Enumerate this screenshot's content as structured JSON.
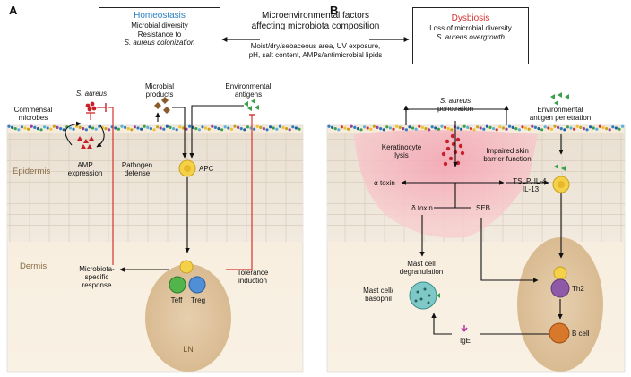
{
  "panels": {
    "a": {
      "letter": "A"
    },
    "b": {
      "letter": "B"
    }
  },
  "center": {
    "title_line1": "Microenvironmental factors",
    "title_line2": "affecting microbiota composition",
    "sub_line1": "Moist/dry/sebaceous area, UV exposure,",
    "sub_line2": "pH, salt content, AMPs/antimicrobial lipids"
  },
  "homeostasis": {
    "title": "Homeostasis",
    "line1": "Microbial diversity",
    "line2": "Resistance to",
    "line3": "S. aureus colonization",
    "title_color": "#2a7fc1"
  },
  "dysbiosis": {
    "title": "Dysbiosis",
    "line1": "Loss of microbial diversity",
    "line2": "S. aureus overgrowth",
    "title_color": "#d6332f"
  },
  "layers": {
    "epidermis": "Epidermis",
    "dermis": "Dermis"
  },
  "panel_a": {
    "commensal_1": "Commensal",
    "commensal_2": "microbes",
    "s_aureus": "S. aureus",
    "microbial_products_1": "Microbial",
    "microbial_products_2": "products",
    "env_antigens_1": "Environmental",
    "env_antigens_2": "antigens",
    "amp_1": "AMP",
    "amp_2": "expression",
    "pathogen_1": "Pathogen",
    "pathogen_2": "defense",
    "apc": "APC",
    "microbiota_1": "Microbiota-",
    "microbiota_2": "specific",
    "microbiota_3": "response",
    "tolerance_1": "Tolerance",
    "tolerance_2": "induction",
    "teff": "Teff",
    "treg": "Treg",
    "ln": "LN"
  },
  "panel_b": {
    "sa_pen_1": "S. aureus",
    "sa_pen_2": "penetration",
    "env_pen_1": "Environmental",
    "env_pen_2": "antigen penetration",
    "kera_1": "Keratinocyte",
    "kera_2": "lysis",
    "impaired_1": "Impaired skin",
    "impaired_2": "barrier function",
    "alpha_toxin": "α toxin",
    "tslp_1": "TSLP, IL-4,",
    "tslp_2": "IL-13",
    "delta_toxin": "δ toxin",
    "seb": "SEB",
    "mast_degran_1": "Mast cell",
    "mast_degran_2": "degranulation",
    "mast_baso_1": "Mast cell/",
    "mast_baso_2": "basophil",
    "th2": "Th2",
    "bcell": "B cell",
    "ige": "IgE"
  }
}
